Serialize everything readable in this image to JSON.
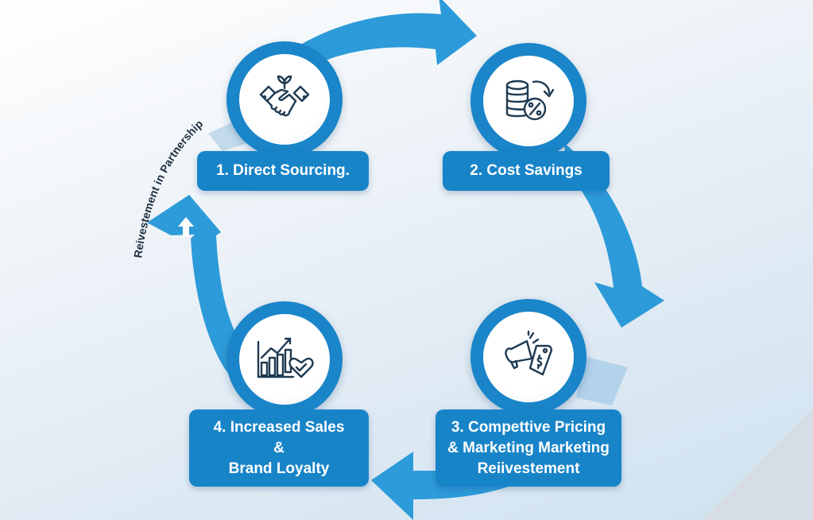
{
  "diagram": {
    "type": "cycle",
    "colors": {
      "node_ring": "#1a85c8",
      "arrow": "#2b9ad8",
      "label_bg": "#1884c8",
      "icon_stroke": "#1f3a52",
      "faint_band": "#a9cde8"
    },
    "curved_label": "Reivestement in Partnership",
    "steps": [
      {
        "label_lines": [
          "1. Direct Sourcing."
        ],
        "icon": "handshake-icon"
      },
      {
        "label_lines": [
          "2. Cost Savings"
        ],
        "icon": "coins-percent-icon"
      },
      {
        "label_lines": [
          "3. Compettive Pricing",
          "& Marketing Marketing",
          "Reiivestement"
        ],
        "icon": "megaphone-price-tag-icon"
      },
      {
        "label_lines": [
          "4. Increased Sales",
          "&",
          "Brand Loyalty"
        ],
        "icon": "growth-chart-heart-icon"
      }
    ]
  }
}
